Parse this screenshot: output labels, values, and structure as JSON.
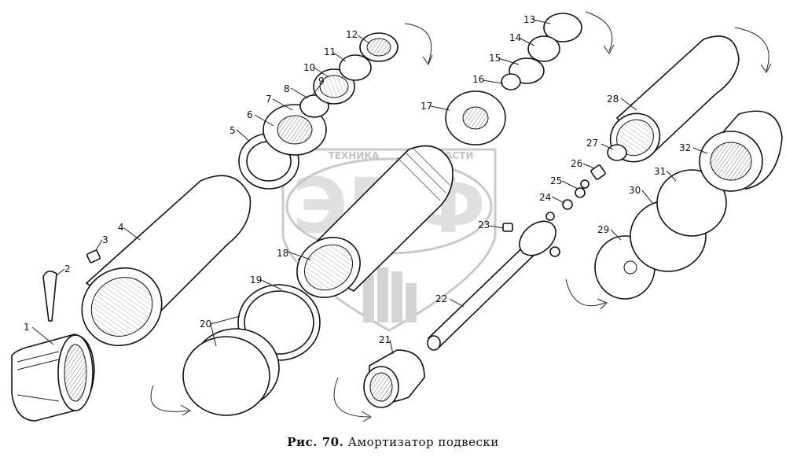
{
  "caption": {
    "prefix": "Рис. 70.",
    "title": "Амортизатор подвески"
  },
  "watermark": {
    "big_text": "ЭПФ",
    "top_left": "ТЕХНИКА",
    "top_right": "ЗАСТИ"
  },
  "callouts": [
    "1",
    "2",
    "3",
    "4",
    "5",
    "6",
    "7",
    "8",
    "9",
    "10",
    "11",
    "12",
    "13",
    "14",
    "15",
    "16",
    "17",
    "18",
    "19",
    "20",
    "21",
    "22",
    "23",
    "24",
    "25",
    "26",
    "27",
    "28",
    "29",
    "30",
    "31",
    "32"
  ]
}
